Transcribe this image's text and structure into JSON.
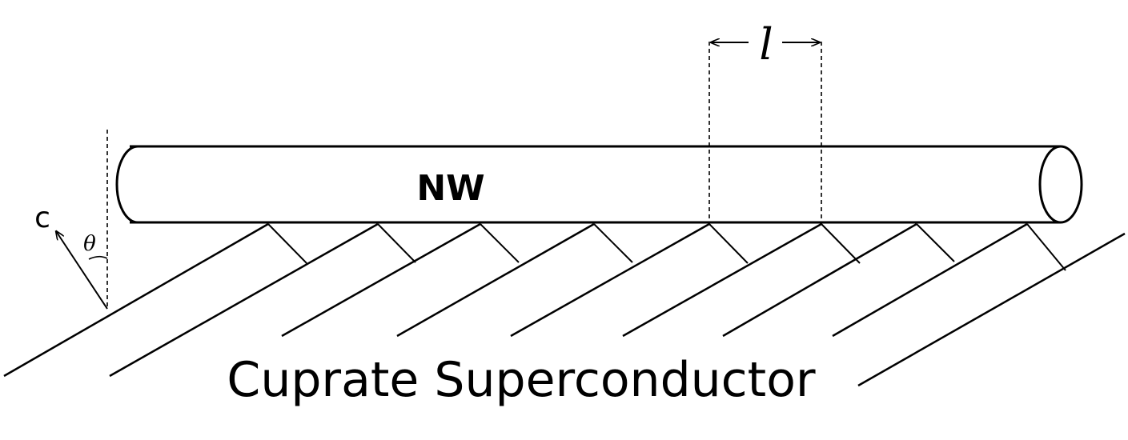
{
  "diagram": {
    "nanowire_label": "NW",
    "substrate_label": "Cuprate Superconductor",
    "axis_label": "c",
    "angle_label": "θ",
    "spacing_label": "l",
    "colors": {
      "stroke": "#000000",
      "background": "#ffffff"
    }
  }
}
